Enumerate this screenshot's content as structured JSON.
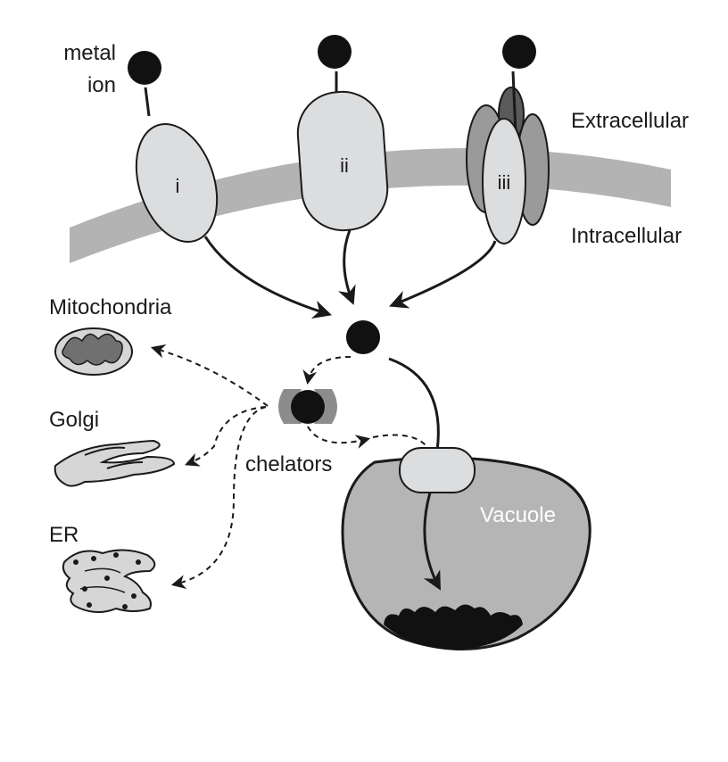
{
  "labels": {
    "metal_ion_line1": "metal",
    "metal_ion_line2": "ion",
    "extracellular": "Extracellular",
    "intracellular": "Intracellular",
    "transporter_i": "i",
    "transporter_ii": "ii",
    "transporter_iii": "iii",
    "mitochondria": "Mitochondria",
    "golgi": "Golgi",
    "er": "ER",
    "chelators": "chelators",
    "vacuole": "Vacuole"
  },
  "colors": {
    "membrane": "#b3b3b3",
    "transporter_fill": "#dcdddf",
    "transporter_iii_outer": "#9a9a9a",
    "ion": "#111111",
    "vacuole": "#b5b5b5",
    "organelle_inner": "#707070",
    "chelator": "#8c8c8c"
  }
}
